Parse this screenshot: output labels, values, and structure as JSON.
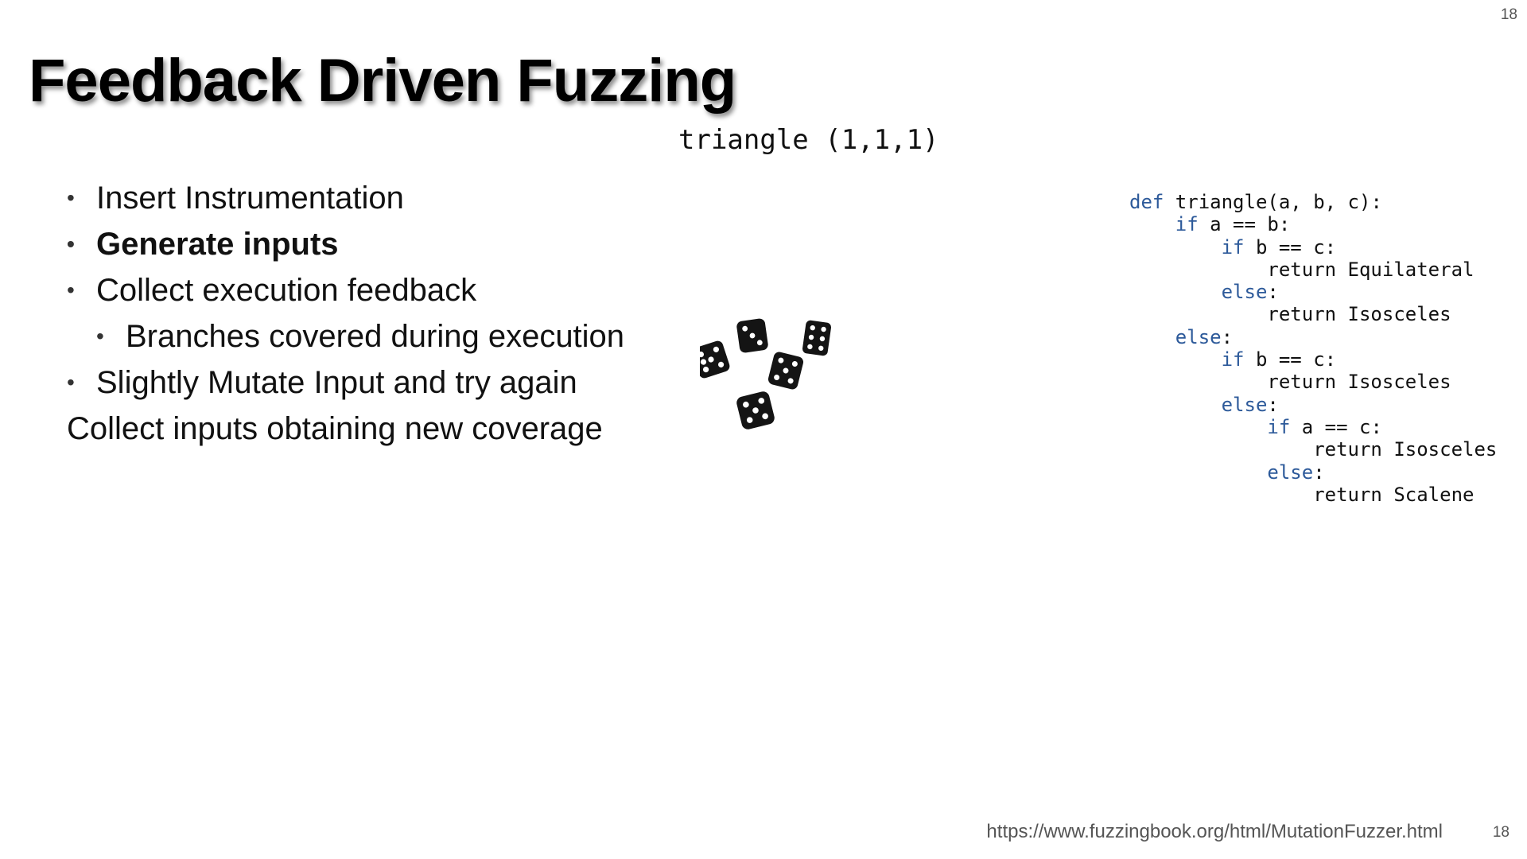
{
  "slide": {
    "page_number": "18",
    "title": "Feedback Driven Fuzzing",
    "call_label": "triangle (1,1,1)",
    "bullets": [
      {
        "text": "Insert Instrumentation",
        "level": 1,
        "bold": false
      },
      {
        "text": "Generate inputs",
        "level": 1,
        "bold": true
      },
      {
        "text": "Collect execution feedback",
        "level": 1,
        "bold": false
      },
      {
        "text": "Branches covered during execution",
        "level": 2,
        "bold": false
      },
      {
        "text": "Slightly Mutate Input and try again",
        "level": 1,
        "bold": false
      },
      {
        "text": "Collect inputs obtaining new coverage",
        "level": 0,
        "bold": false
      }
    ],
    "bullet_glyph": "•",
    "code": {
      "keyword_color": "#2d5a9a",
      "lines": [
        {
          "indent": "",
          "kw": "def",
          "rest": " triangle(a, b, c):"
        },
        {
          "indent": "    ",
          "kw": "if",
          "rest": " a == b:"
        },
        {
          "indent": "        ",
          "kw": "if",
          "rest": " b == c:"
        },
        {
          "indent": "            ",
          "kw": "",
          "rest": "return Equilateral"
        },
        {
          "indent": "        ",
          "kw": "else",
          "rest": ":"
        },
        {
          "indent": "            ",
          "kw": "",
          "rest": "return Isosceles"
        },
        {
          "indent": "    ",
          "kw": "else",
          "rest": ":"
        },
        {
          "indent": "        ",
          "kw": "if",
          "rest": " b == c:"
        },
        {
          "indent": "            ",
          "kw": "",
          "rest": "return Isosceles"
        },
        {
          "indent": "        ",
          "kw": "else",
          "rest": ":"
        },
        {
          "indent": "            ",
          "kw": "if",
          "rest": " a == c:"
        },
        {
          "indent": "                ",
          "kw": "",
          "rest": "return Isosceles"
        },
        {
          "indent": "            ",
          "kw": "else",
          "rest": ":"
        },
        {
          "indent": "                ",
          "kw": "",
          "rest": "return Scalene"
        }
      ]
    },
    "dice_image": "dice-image",
    "footer_url": "https://www.fuzzingbook.org/html/MutationFuzzer.html"
  }
}
